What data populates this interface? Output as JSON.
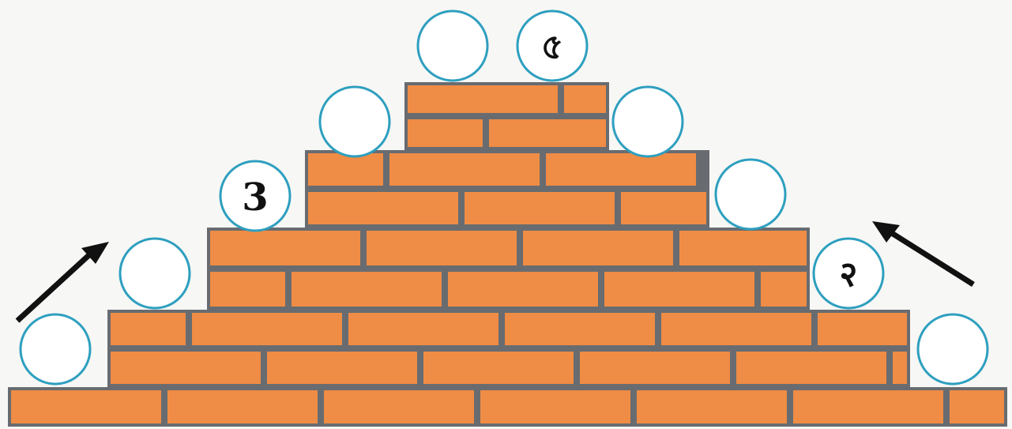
{
  "colors": {
    "brick": "#ef8c45",
    "mortar": "#686c70",
    "circle_stroke": "#2e9fbf",
    "arrow": "#111111",
    "background": "#f7f7f5"
  },
  "circles": [
    {
      "id": "top-left",
      "label": ""
    },
    {
      "id": "top-right",
      "label": "৫"
    },
    {
      "id": "row2-left",
      "label": ""
    },
    {
      "id": "row2-right",
      "label": ""
    },
    {
      "id": "row3-left",
      "label": "3"
    },
    {
      "id": "row3-right",
      "label": ""
    },
    {
      "id": "row4-left",
      "label": ""
    },
    {
      "id": "row4-right",
      "label": "२"
    },
    {
      "id": "bottom-left",
      "label": ""
    },
    {
      "id": "bottom-right",
      "label": ""
    }
  ],
  "arrows": [
    {
      "id": "left-arrow",
      "direction": "up-right"
    },
    {
      "id": "right-arrow",
      "direction": "up-left"
    }
  ]
}
